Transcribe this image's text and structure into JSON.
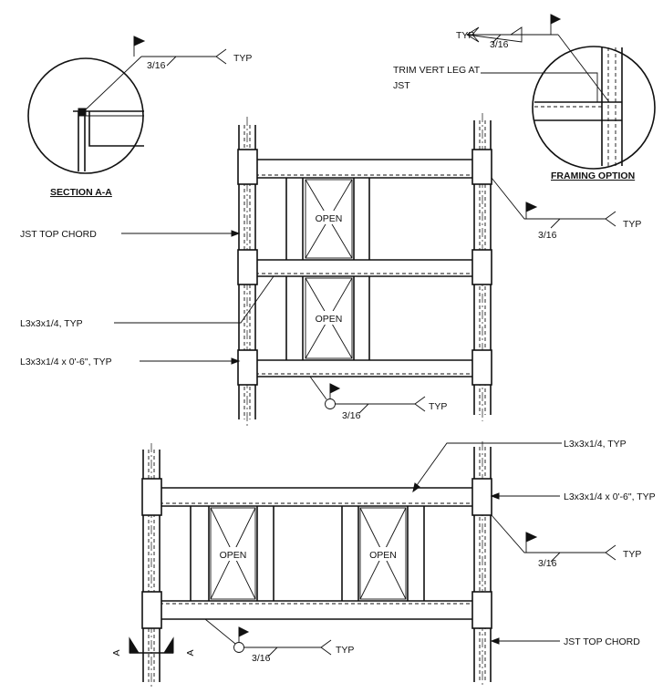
{
  "labels": {
    "typ": "TYP",
    "weld_size": "3/16",
    "open": "OPEN",
    "section_title": "SECTION A-A",
    "framing_option_title": "FRAMING OPTION",
    "trim_note_line1": "TRIM VERT LEG AT",
    "trim_note_line2": "JST",
    "jst_top_chord": "JST TOP CHORD",
    "angle_typ": "L3x3x1/4, TYP",
    "angle_clip": "L3x3x1/4 x 0'-6\", TYP",
    "section_mark": "A"
  }
}
